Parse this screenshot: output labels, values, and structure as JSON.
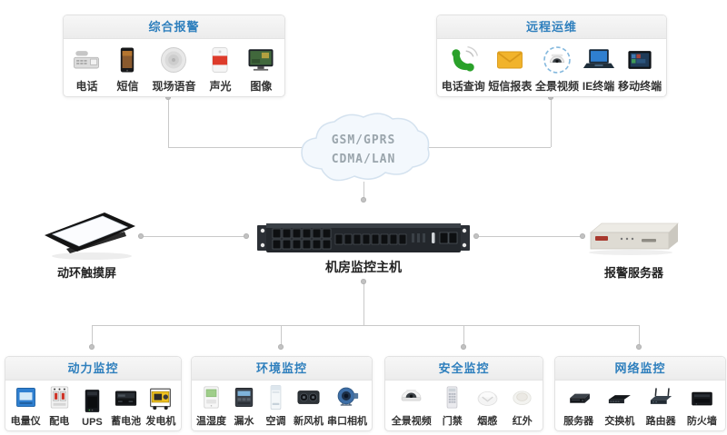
{
  "cloud": {
    "line1": "GSM/GPRS",
    "line2": "CDMA/LAN"
  },
  "hub": {
    "label": "机房监控主机"
  },
  "touchscreen": {
    "label": "动环触摸屏"
  },
  "alarm_server": {
    "label": "报警服务器"
  },
  "colors": {
    "title_blue": "#2e7fbd",
    "line_gray": "#c9c9c9",
    "cloud_fill": "#f3f8fd",
    "cloud_border": "#d4e2ef"
  },
  "groups": [
    {
      "id": "alarm",
      "title": "综合报警",
      "items": [
        {
          "label": "电话",
          "icon": "desk-phone-icon"
        },
        {
          "label": "短信",
          "icon": "sms-phone-icon"
        },
        {
          "label": "现场语音",
          "icon": "ceiling-speaker-icon"
        },
        {
          "label": "声光",
          "icon": "strobe-light-icon"
        },
        {
          "label": "图像",
          "icon": "image-display-icon"
        }
      ]
    },
    {
      "id": "remote",
      "title": "远程运维",
      "items": [
        {
          "label": "电话查询",
          "icon": "phone-query-icon"
        },
        {
          "label": "短信报表",
          "icon": "sms-report-icon"
        },
        {
          "label": "全景视频",
          "icon": "panorama-video-icon"
        },
        {
          "label": "IE终端",
          "icon": "ie-terminal-icon"
        },
        {
          "label": "移动终端",
          "icon": "mobile-terminal-icon"
        }
      ]
    },
    {
      "id": "power",
      "title": "动力监控",
      "items": [
        {
          "label": "电量仪",
          "icon": "power-meter-icon"
        },
        {
          "label": "配电",
          "icon": "power-distribution-icon"
        },
        {
          "label": "UPS",
          "icon": "ups-icon"
        },
        {
          "label": "蓄电池",
          "icon": "battery-icon"
        },
        {
          "label": "发电机",
          "icon": "generator-icon"
        }
      ]
    },
    {
      "id": "environment",
      "title": "环境监控",
      "items": [
        {
          "label": "温湿度",
          "icon": "temp-humidity-icon"
        },
        {
          "label": "漏水",
          "icon": "water-leak-icon"
        },
        {
          "label": "空调",
          "icon": "air-conditioner-icon"
        },
        {
          "label": "新风机",
          "icon": "fresh-air-icon"
        },
        {
          "label": "串口相机",
          "icon": "serial-camera-icon"
        }
      ]
    },
    {
      "id": "security",
      "title": "安全监控",
      "items": [
        {
          "label": "全景视频",
          "icon": "dome-camera-icon"
        },
        {
          "label": "门禁",
          "icon": "access-control-icon"
        },
        {
          "label": "烟感",
          "icon": "smoke-detector-icon"
        },
        {
          "label": "红外",
          "icon": "infrared-icon"
        }
      ]
    },
    {
      "id": "network",
      "title": "网络监控",
      "items": [
        {
          "label": "服务器",
          "icon": "server-icon"
        },
        {
          "label": "交换机",
          "icon": "switch-icon"
        },
        {
          "label": "路由器",
          "icon": "router-icon"
        },
        {
          "label": "防火墙",
          "icon": "firewall-icon"
        }
      ]
    }
  ]
}
